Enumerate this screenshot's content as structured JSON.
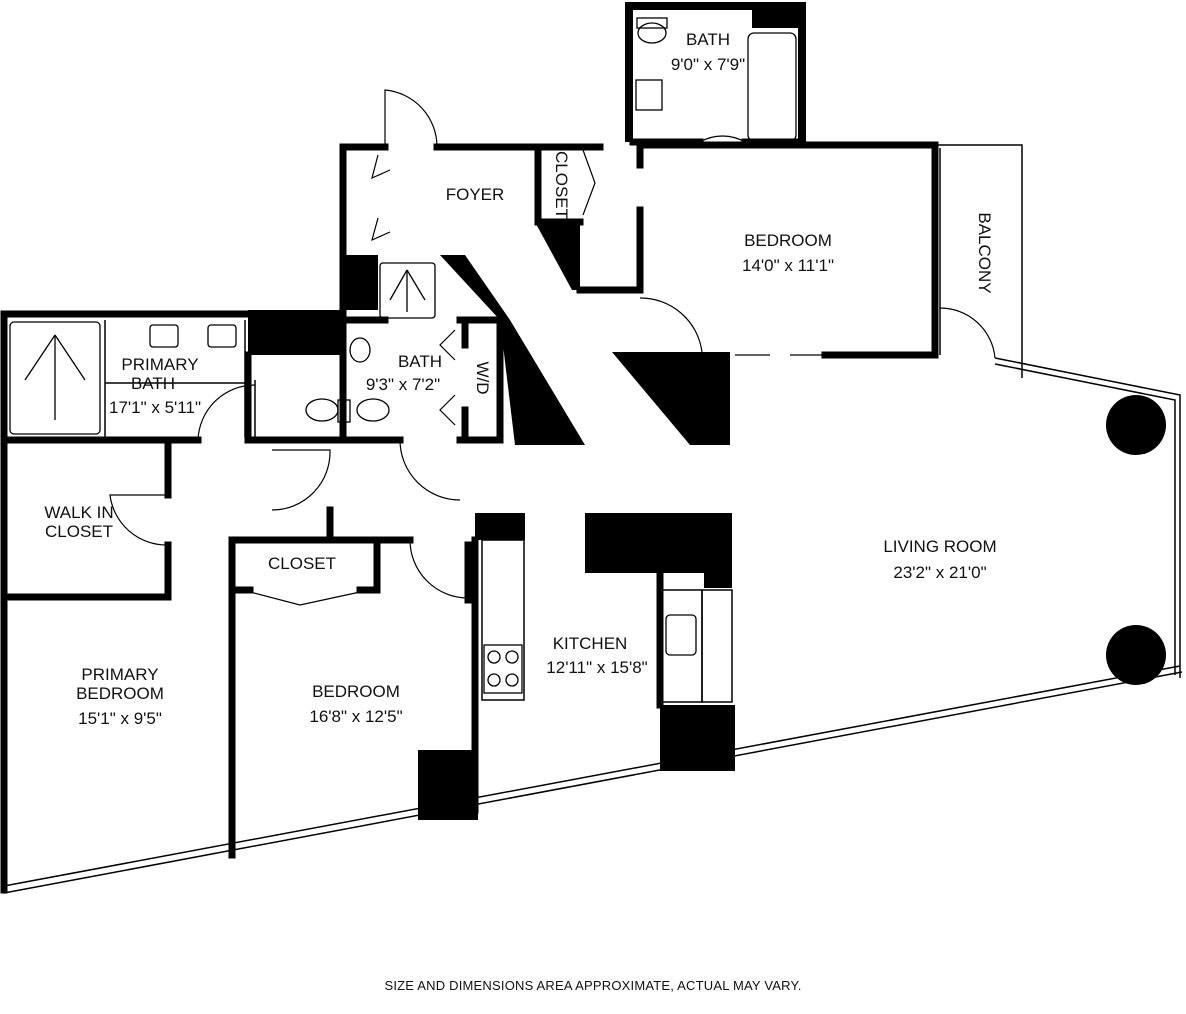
{
  "rooms": {
    "bath_top": {
      "name": "BATH",
      "dims": "9'0\" x 7'9\""
    },
    "foyer": {
      "name": "FOYER"
    },
    "closet_foyer": {
      "name": "CLOSET"
    },
    "bedroom_2": {
      "name": "BEDROOM",
      "dims": "14'0\" x 11'1\""
    },
    "balcony": {
      "name": "BALCONY"
    },
    "primary_bath": {
      "name_line1": "PRIMARY",
      "name_line2": "BATH",
      "dims": "17'1\" x 5'11\""
    },
    "bath_mid": {
      "name": "BATH",
      "dims": "9'3\" x 7'2\""
    },
    "wd": {
      "name": "W/D"
    },
    "walk_in_closet": {
      "name_line1": "WALK IN",
      "name_line2": "CLOSET"
    },
    "closet_bedroom": {
      "name": "CLOSET"
    },
    "living_room": {
      "name": "LIVING ROOM",
      "dims": "23'2\" x 21'0\""
    },
    "kitchen": {
      "name": "KITCHEN",
      "dims": "12'11\" x 15'8\""
    },
    "primary_bedroom": {
      "name_line1": "PRIMARY",
      "name_line2": "BEDROOM",
      "dims": "15'1\" x 9'5\""
    },
    "bedroom_3": {
      "name": "BEDROOM",
      "dims": "16'8\" x 12'5\""
    }
  },
  "disclaimer": "SIZE AND DIMENSIONS AREA APPROXIMATE, ACTUAL MAY VARY.",
  "colors": {
    "wall": "#000000",
    "background": "#ffffff",
    "fixture": "#777777"
  }
}
